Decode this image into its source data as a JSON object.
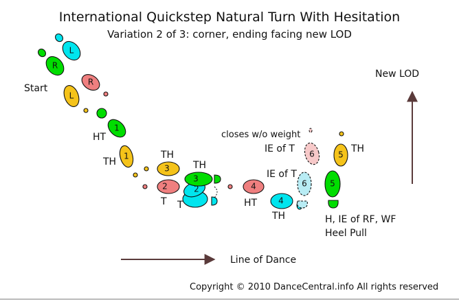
{
  "title": "International Quickstep Natural Turn With Hesitation",
  "subtitle": "Variation 2 of 3: corner, ending facing new LOD",
  "labels": {
    "start": "Start",
    "ht_1": "HT",
    "th_1": "TH",
    "th_3": "TH",
    "t_2": "T",
    "th_3b": "TH",
    "t_2b": "T",
    "ht_4": "HT",
    "th_4": "TH",
    "closes": "closes w/o weight",
    "ie_t_6a": "IE of T",
    "ie_t_6b": "IE of T",
    "th_5": "TH",
    "heel_pull_1": "H, IE of RF, WF",
    "heel_pull_2": "Heel Pull",
    "new_lod": "New LOD",
    "line_of_dance": "Line of Dance"
  },
  "footprints": {
    "start_left": "L",
    "start_right": "R",
    "prep_right": "R",
    "prep_left": "L",
    "step_1": "1",
    "step_1b": "1",
    "step_2": "2",
    "step_2b": "2",
    "step_3": "3",
    "step_3b": "3",
    "step_4": "4",
    "step_4b": "4",
    "step_5": "5",
    "step_5b": "5",
    "step_6a": "6",
    "step_6b": "6"
  },
  "colors": {
    "left_foot": "#00e5ee",
    "right_foot_green": "#00dd00",
    "right_foot_red": "#ef7f7f",
    "step_gold": "#f5c31a",
    "ghost_pink": "#f7c9c9",
    "ghost_blue": "#b8ecf4",
    "arrow": "#5a3a3a"
  },
  "copyright": "Copyright © 2010 DanceCentral.info All rights reserved"
}
